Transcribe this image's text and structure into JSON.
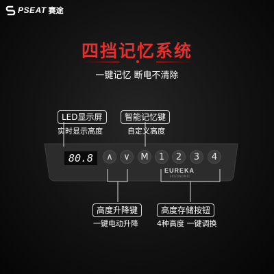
{
  "brand": {
    "name": "PSEAT",
    "name_cn": "赛途"
  },
  "hero": {
    "title": "四挡记忆系统",
    "subtitle": "一键记忆 断电不清除"
  },
  "callouts": {
    "led": {
      "title": "LED显示屏",
      "desc": "实时显示高度"
    },
    "memory": {
      "title": "智能记忆键",
      "desc": "自定义高度"
    },
    "updown": {
      "title": "高度升降键",
      "desc": "一键电动升降"
    },
    "storage": {
      "title": "高度存储按钮",
      "desc": "4种高度 一键调换"
    }
  },
  "panel": {
    "display_value": "80.8",
    "buttons": {
      "up": "∧",
      "down": "∨",
      "memory": "M",
      "preset_1": "1",
      "preset_2": "2",
      "preset_3": "3",
      "preset_4": "4"
    },
    "logo": "EUREKA",
    "logo_sub": "ERGONOMIC"
  },
  "colors": {
    "accent": "#e52f2f",
    "background": "#111111",
    "panel": "#2c2c2c"
  }
}
